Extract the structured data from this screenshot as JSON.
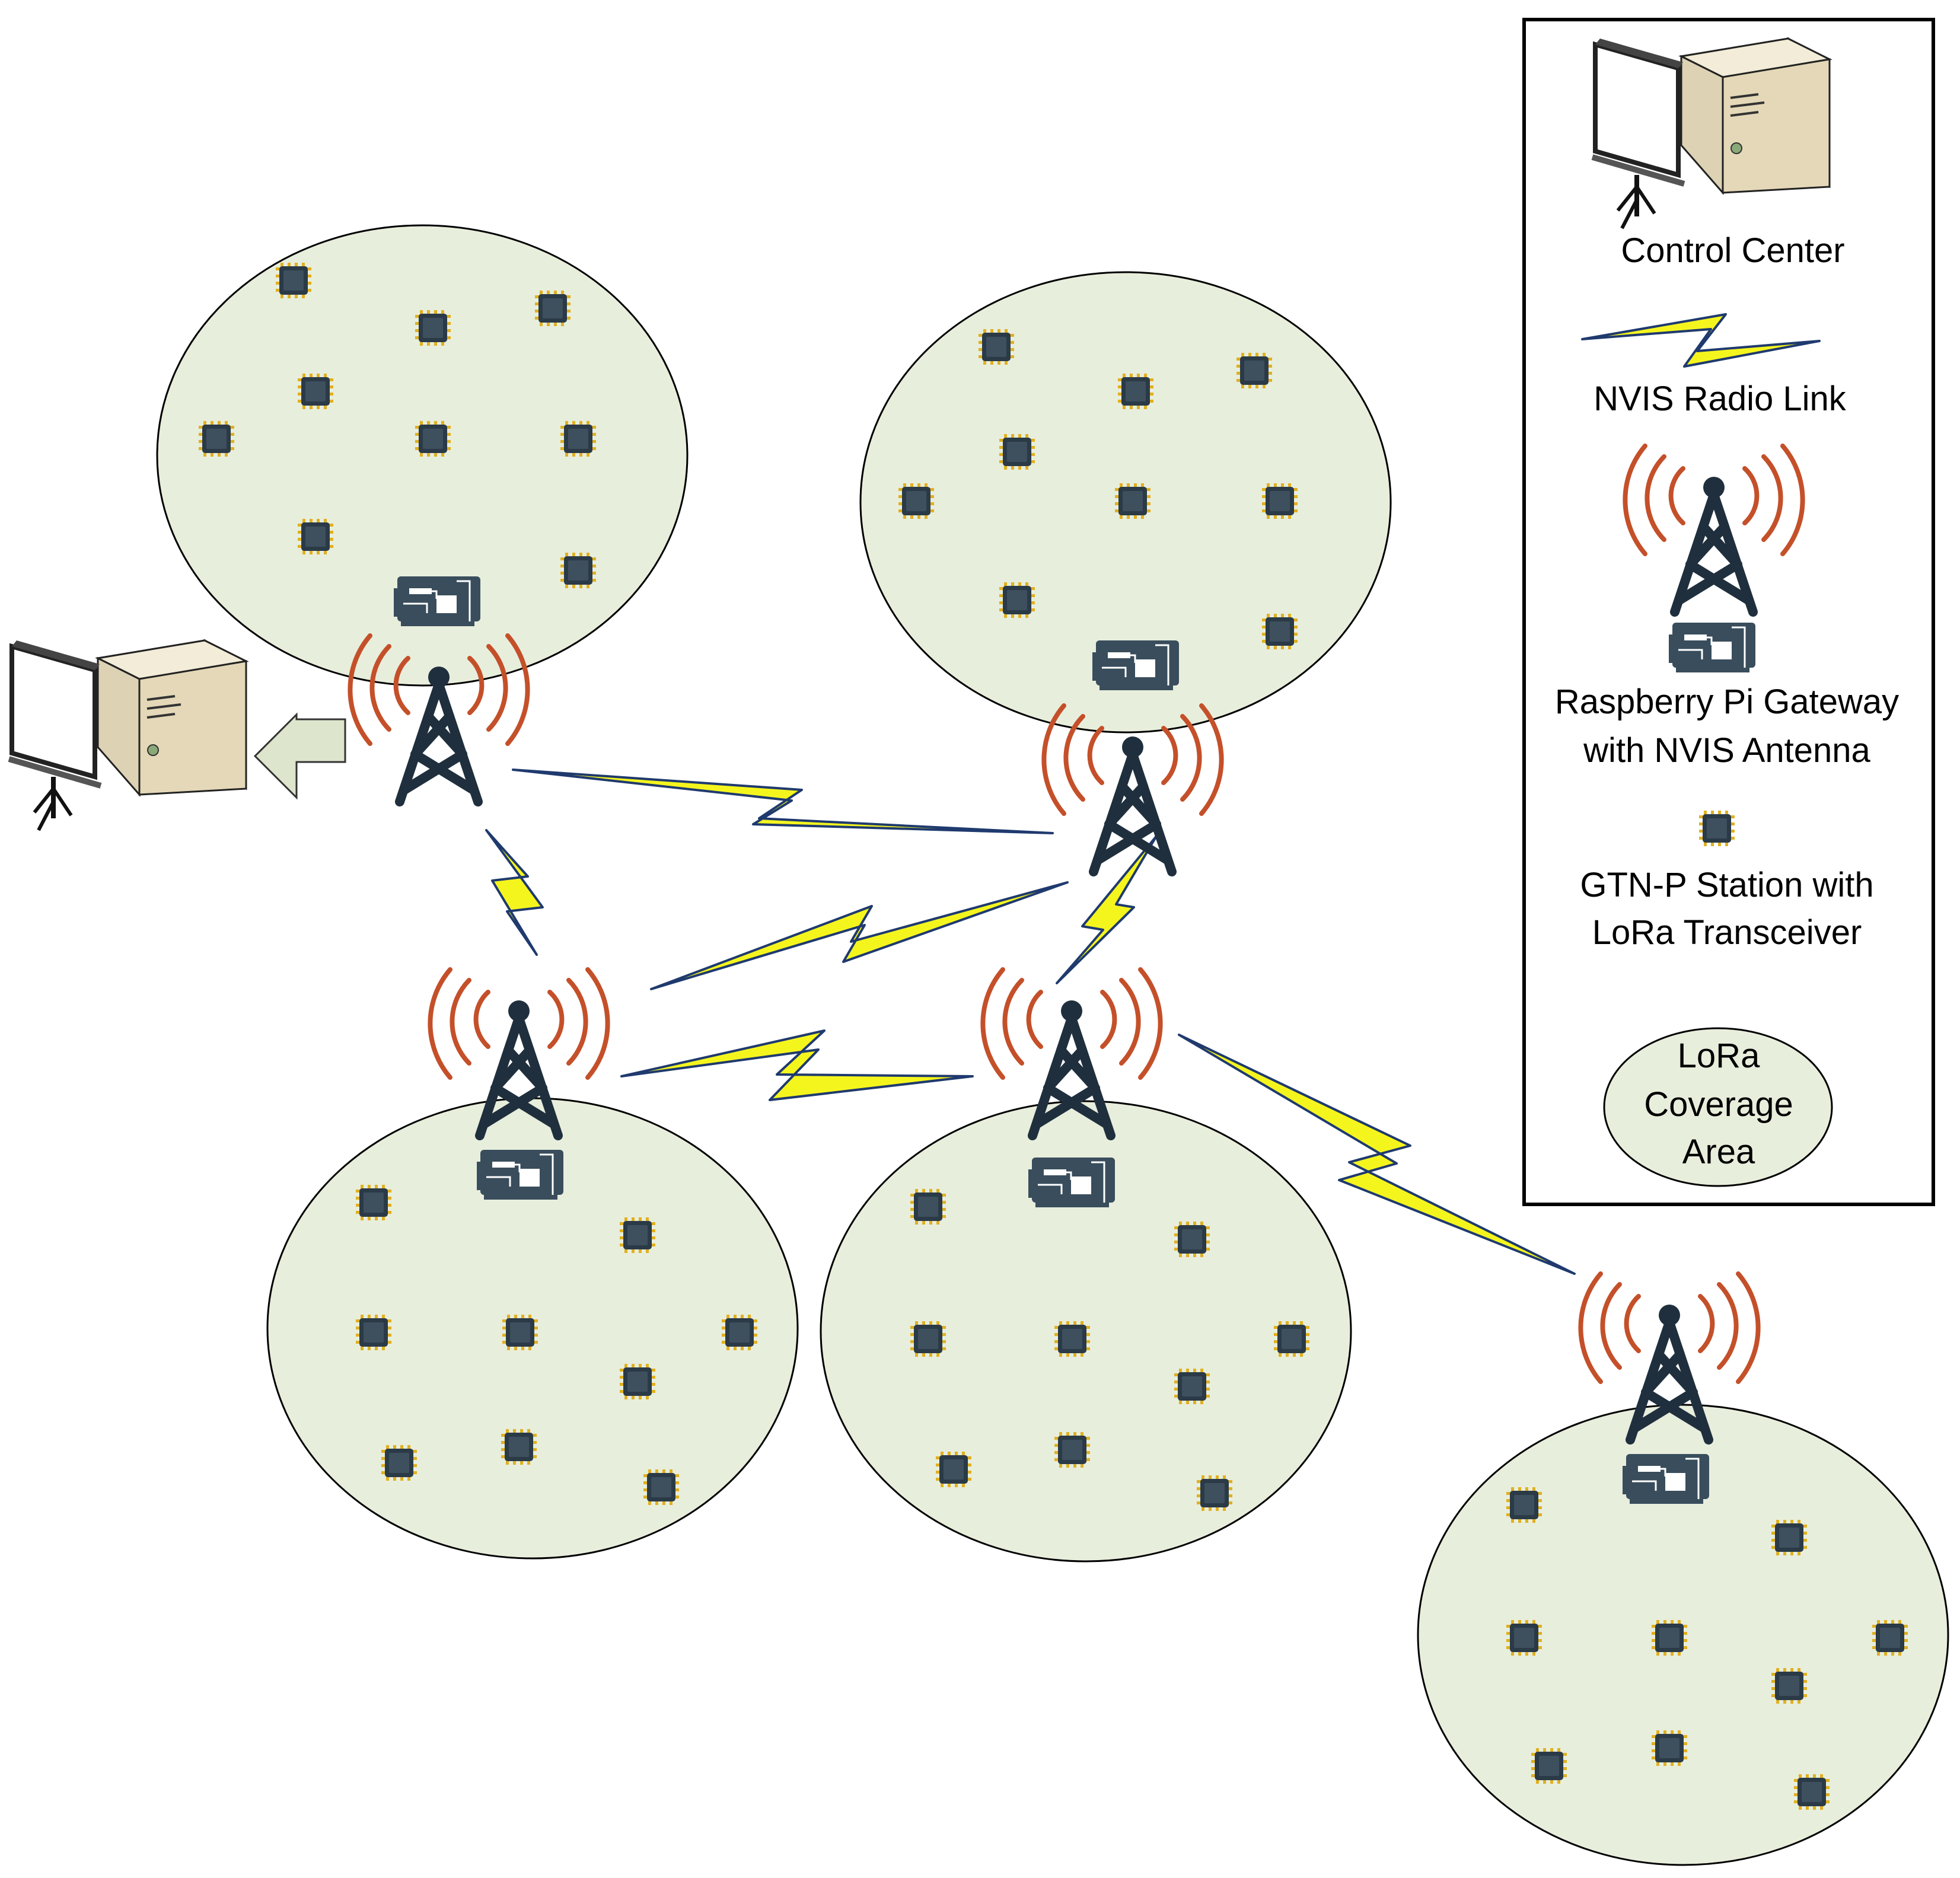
{
  "legend": {
    "control_center": "Control Center",
    "radio_link": "NVIS Radio Link",
    "gateway_line1": "Raspberry Pi Gateway",
    "gateway_line2": "with NVIS Antenna",
    "station_line1": "GTN-P Station with",
    "station_line2": "LoRa Transceiver",
    "coverage_line1": "LoRa",
    "coverage_line2": "Coverage",
    "coverage_line3": "Area"
  },
  "colors": {
    "coverage_fill": "#e8eedc",
    "tower": "#1f2f3d",
    "wave": "#c4502a",
    "bolt_fill": "#f5f51e",
    "bolt_stroke": "#1f3a6e",
    "chip": "#2b3a47",
    "chip_pin": "#e0b020",
    "board": "#394d5c",
    "arrow_fill": "#dde5cc"
  },
  "icons": [
    "control-center-icon",
    "lightning-bolt-icon",
    "antenna-tower-icon",
    "raspberry-pi-board-icon",
    "chip-icon",
    "arrow-left-icon"
  ]
}
